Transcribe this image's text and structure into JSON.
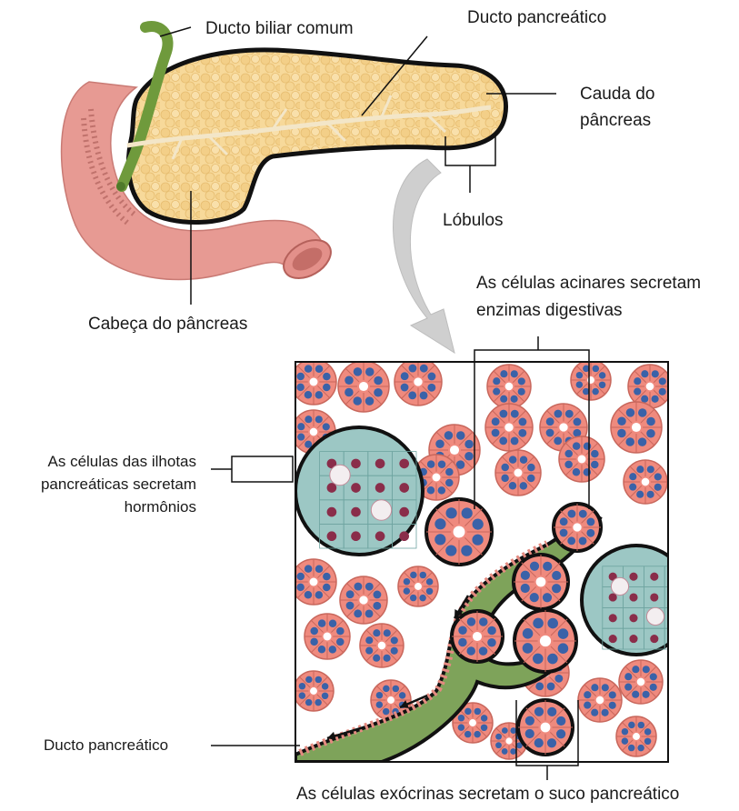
{
  "labels": {
    "common_bile_duct": "Ducto biliar comum",
    "pancreatic_duct_top": "Ducto pancreático",
    "tail": [
      "Cauda do",
      "pâncreas"
    ],
    "lobules": "Lóbulos",
    "head": "Cabeça do pâncreas",
    "acinar": [
      "As células acinares secretam",
      "enzimas digestivas"
    ],
    "islet": [
      "As células das ilhotas",
      "pancreáticas secretam",
      "hormônios"
    ],
    "pancreatic_duct_bottom": "Ducto pancreático",
    "exocrine": "As células exócrinas secretam o suco pancreático"
  },
  "colors": {
    "pancreas_fill": "#f7d99a",
    "pancreas_outline": "#111111",
    "duodenum": "#e79a93",
    "bile_duct": "#6f9a3c",
    "acinus": "#ef8a7e",
    "nucleus": "#3a62a8",
    "islet": "#9cc7c4",
    "duct_fill": "#7ea35a",
    "arrow": "#c9c9c9"
  }
}
